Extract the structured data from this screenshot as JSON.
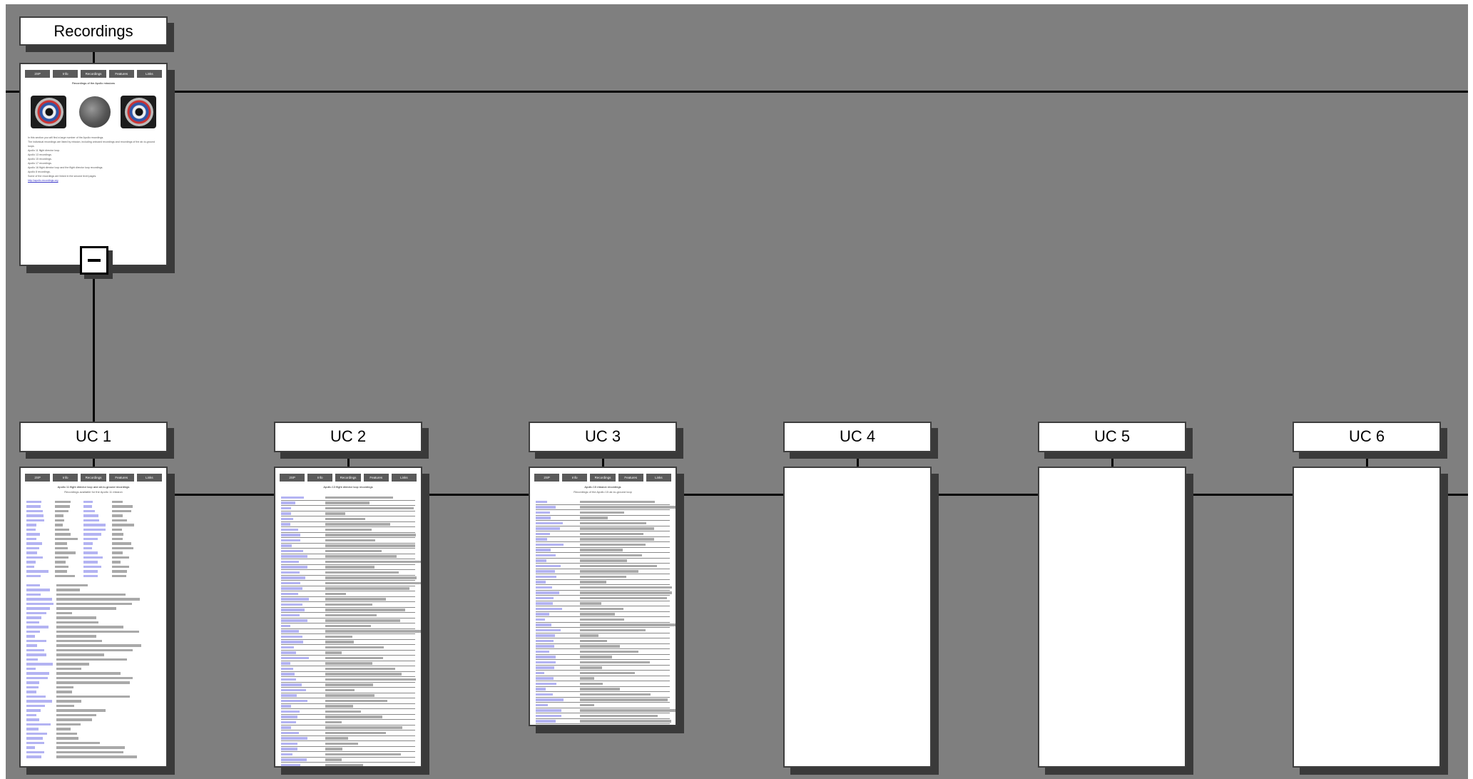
{
  "root": {
    "label": "Recordings",
    "page": {
      "nav": [
        "2SP",
        "Info",
        "Recordings",
        "Features",
        "Links"
      ],
      "heading": "Recordings of the Apollo missions",
      "paragraphs": [
        "In this section you will find a large number of the Apollo recordings.",
        "The individual recordings are listed by mission, including onboard recordings and recordings of the air-to-ground loops.",
        "Apollo 11 flight director loop.",
        "Apollo 13 recordings.",
        "Apollo 15 recordings.",
        "Apollo 17 recordings.",
        "Apollo 16 flight director loop and the flight director loop recordings.",
        "Apollo 8 recordings.",
        "Some of the recordings are linked in the second level pages."
      ],
      "link_text": "http://apollo.recordings.org"
    },
    "collapse_icon": "minus-square-icon"
  },
  "children": [
    {
      "label": "UC 1",
      "heading": "Apollo 11 flight director loop and air-to-ground recordings",
      "subheading": "Recordings available for the Apollo 11 mission"
    },
    {
      "label": "UC 2",
      "heading": "Apollo 13 flight director loop recordings",
      "subheading": ""
    },
    {
      "label": "UC 3",
      "heading": "Apollo 15 mission recordings",
      "subheading": "Recordings of the Apollo 15 air-to-ground loop"
    },
    {
      "label": "UC 4",
      "heading": "",
      "subheading": ""
    },
    {
      "label": "UC 5",
      "heading": "",
      "subheading": ""
    },
    {
      "label": "UC 6",
      "heading": "",
      "subheading": ""
    }
  ],
  "colors": {
    "canvas": "#7f7f7f",
    "connector": "#050505",
    "link": "#b3b3f2",
    "placeholder_text": "#a9a9a9"
  }
}
